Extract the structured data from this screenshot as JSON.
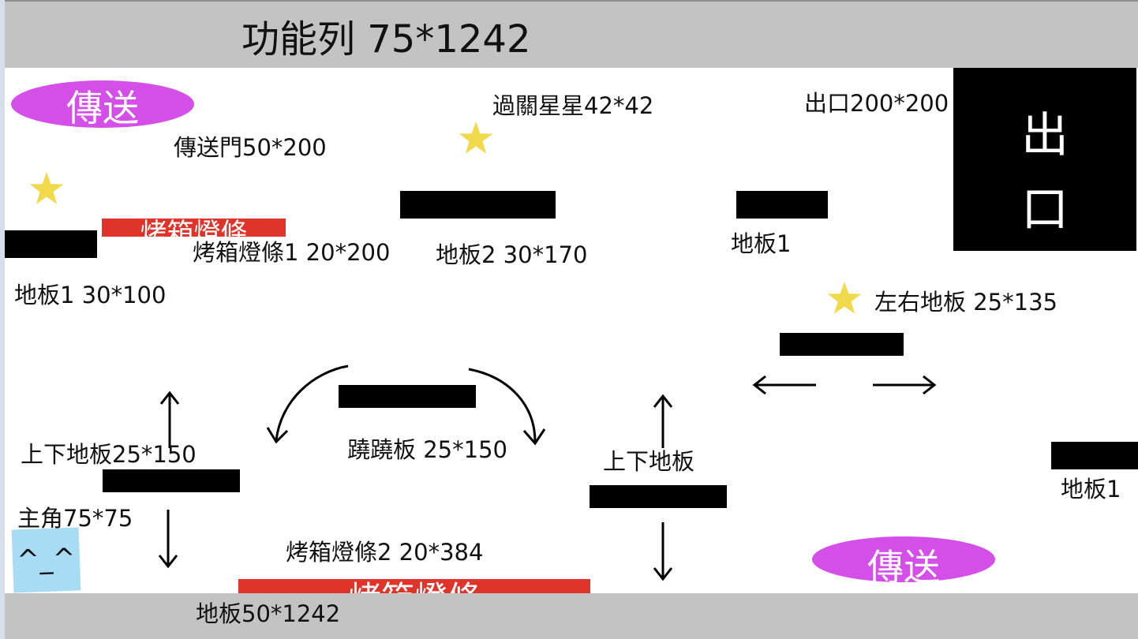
{
  "top_bar": {
    "label": "功能列 75*1242"
  },
  "bottom_bar": {
    "label": "地板50*1242"
  },
  "labels": {
    "portal_door": "傳送門50*200",
    "star": "過關星星42*42",
    "exit_size": "出口200*200",
    "oven_strip1": "烤箱燈條1 20*200",
    "floor2": "地板2 30*170",
    "floor1_top": "地板1",
    "floor1_size": "地板1 30*100",
    "lr_floor": "左右地板 25*135",
    "ud_floor_size": "上下地板25*150",
    "seesaw": "蹺蹺板 25*150",
    "ud_floor": "上下地板",
    "floor1_right": "地板1",
    "hero": "主角75*75",
    "oven_strip2": "烤箱燈條2 20*384"
  },
  "tiles": {
    "portal_text": "傳送",
    "oven_strip_text": "烤箱燈條",
    "exit_text_1": "出",
    "exit_text_2": "口",
    "hero_face": "^_^"
  },
  "colors": {
    "bar_gray": "#c3c3c3",
    "portal": "#d44ee8",
    "oven_strip": "#e0342a",
    "star": "#f0d94a",
    "hero": "#a8dcf5",
    "platform": "#000000"
  }
}
